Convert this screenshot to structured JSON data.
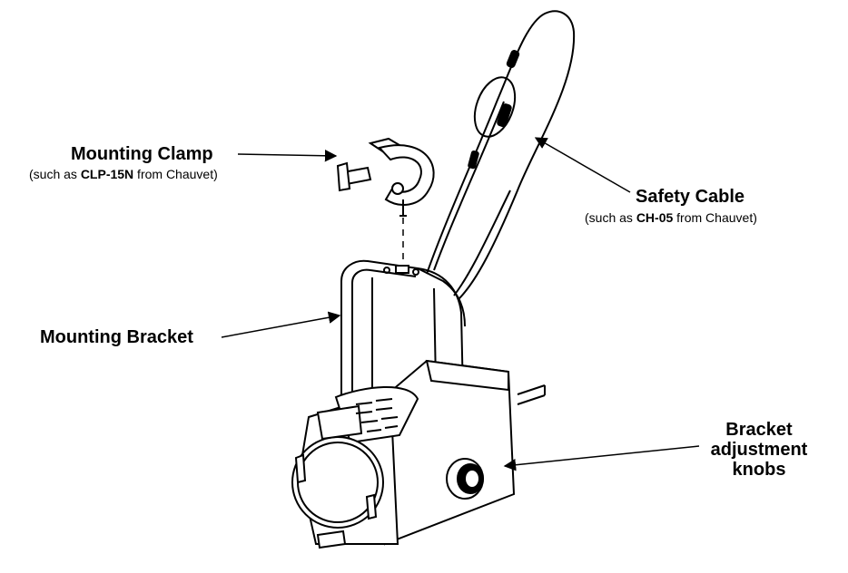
{
  "labels": {
    "mounting_clamp": {
      "title": "Mounting Clamp",
      "sub_prefix": "(such as ",
      "sub_model": "CLP-15N",
      "sub_suffix": " from Chauvet)"
    },
    "safety_cable": {
      "title": "Safety Cable",
      "sub_prefix": "(such as ",
      "sub_model": "CH-05",
      "sub_suffix": " from Chauvet)"
    },
    "mounting_bracket": {
      "title": "Mounting Bracket"
    },
    "bracket_knobs": {
      "line1": "Bracket",
      "line2": "adjustment",
      "line3": "knobs"
    }
  }
}
